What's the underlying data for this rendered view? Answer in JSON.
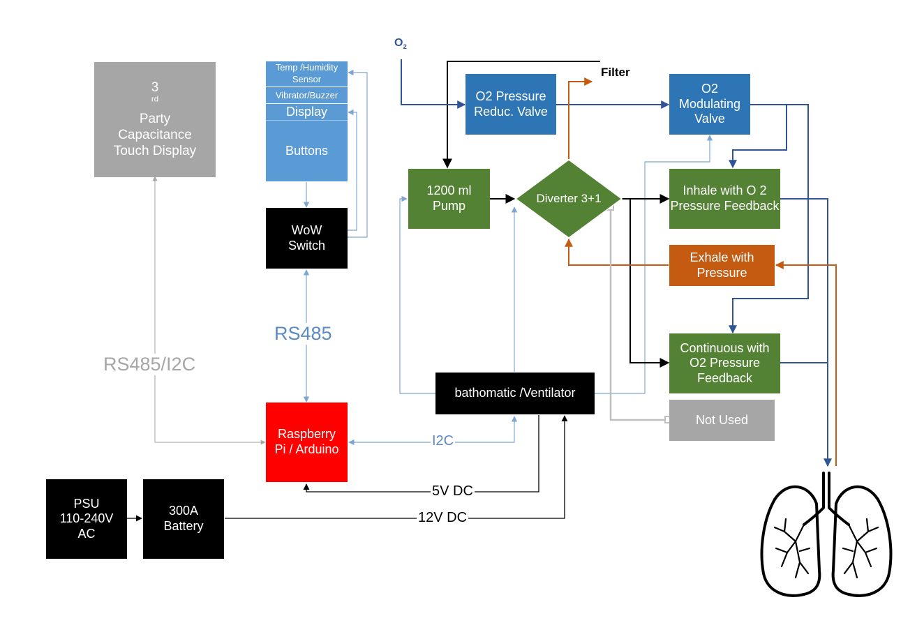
{
  "colors": {
    "gray": "#a6a6a6",
    "blue_light": "#5b9bd5",
    "blue_dark": "#2e75b6",
    "green": "#548235",
    "orange": "#c55a11",
    "red": "#ff0000",
    "black": "#000000",
    "line_blue": "#2f5597",
    "line_lightblue": "#7ea6d0",
    "line_gray": "#bfbfbf"
  },
  "nodes": {
    "touch_display": {
      "sup_prefix": "3",
      "sup": "rd",
      "line1_rest": " Party",
      "line2": "Capacitance",
      "line3": "Touch Display"
    },
    "temp_sensor": {
      "line1": "Temp /Humidity",
      "line2": "Sensor"
    },
    "vibrator": "Vibrator/Buzzer",
    "display": "Display",
    "buttons": "Buttons",
    "wow_switch": {
      "line1": "WoW",
      "line2": "Switch"
    },
    "raspberry": {
      "line1": "Raspberry",
      "line2": "Pi / Arduino"
    },
    "psu": {
      "line1": "PSU",
      "line2": "110-240V",
      "line3": "AC"
    },
    "battery": {
      "line1": "300A",
      "line2": "Battery"
    },
    "pump": {
      "line1": "1200  ml",
      "line2": "Pump"
    },
    "o2_reduc": {
      "line1": "O2 Pressure",
      "line2": "Reduc.  Valve"
    },
    "o2_modulating": {
      "line1": "O2",
      "line2": "Modulating",
      "line3": "Valve"
    },
    "diverter": "Diverter  3+1",
    "inhale": {
      "line1": "Inhale with O 2",
      "line2": "Pressure Feedback"
    },
    "exhale": {
      "line1": "Exhale with",
      "line2": "Pressure"
    },
    "continuous": {
      "line1": "Continuous with",
      "line2": "O2 Pressure",
      "line3": "Feedback"
    },
    "not_used": "Not Used",
    "ventilator": "bathomatic /Ventilator"
  },
  "labels": {
    "o2_base": "O",
    "o2_sub": "2",
    "filter": "Filter",
    "rs485_i2c": "RS485/I2C",
    "rs485": "RS485",
    "i2c": "I2C",
    "v5": "5V DC",
    "v12": "12V DC"
  },
  "icons": {
    "lungs": "lungs-icon"
  }
}
